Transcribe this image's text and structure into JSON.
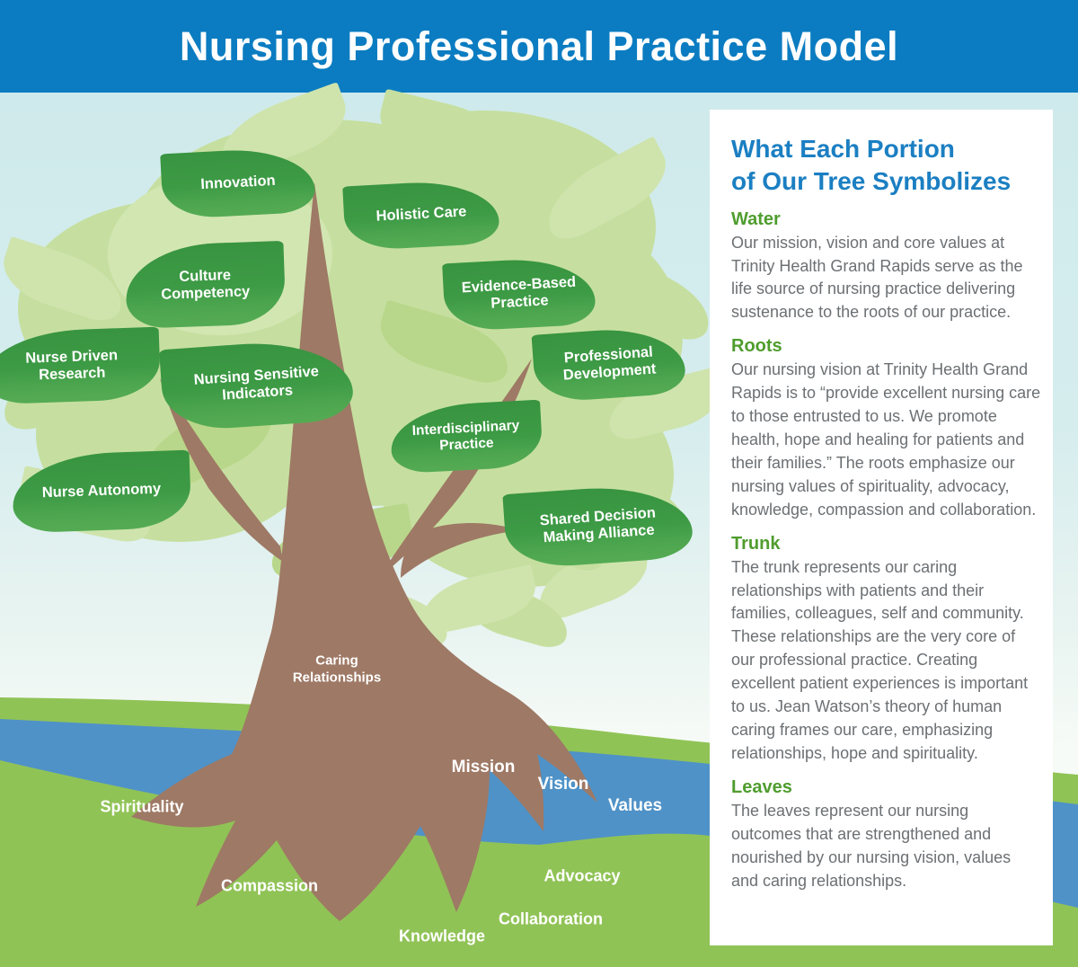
{
  "header": {
    "title": "Nursing Professional Practice Model"
  },
  "tree": {
    "leaf_labels": [
      "Innovation",
      "Holistic Care",
      "Culture Competency",
      "Evidence-Based Practice",
      "Nurse Driven Research",
      "Nursing Sensitive Indicators",
      "Professional Development",
      "Interdisciplinary Practice",
      "Nurse Autonomy",
      "Shared Decision Making Alliance"
    ],
    "trunk_label": "Caring Relationships",
    "water_labels": [
      "Mission",
      "Vision",
      "Values"
    ],
    "root_labels": [
      "Spirituality",
      "Compassion",
      "Knowledge",
      "Collaboration",
      "Advocacy"
    ]
  },
  "sidebar": {
    "title_line1": "What Each Portion",
    "title_line2": "of Our Tree Symbolizes",
    "sections": [
      {
        "heading": "Water",
        "body": "Our mission, vision and core values at Trinity Health Grand Rapids serve as the life source of nursing practice delivering sustenance to the roots of our practice."
      },
      {
        "heading": "Roots",
        "body": "Our nursing vision at Trinity Health Grand Rapids is to “provide excellent nursing care to those entrusted to us. We promote health, hope and healing for patients and their families.” The roots emphasize our nursing values of spirituality, advocacy, knowledge, compassion and collaboration."
      },
      {
        "heading": "Trunk",
        "body": "The trunk represents our caring relationships with patients and their families, colleagues, self and community. These relationships are the very core of our professional practice. Creating excellent patient experiences is important to us. Jean Watson’s theory of human caring frames our care, emphasizing relationships, hope and spirituality."
      },
      {
        "heading": "Leaves",
        "body": "The leaves represent our nursing outcomes that are strengthened and nourished by our nursing vision, values and caring relationships."
      }
    ]
  },
  "colors": {
    "header_blue": "#0b7cc1",
    "title_blue": "#1b7fc2",
    "heading_green": "#4f9d2e",
    "body_gray": "#6c7073",
    "leaf_dark_green": "#3a9542",
    "canopy_green": "#c6dfa0",
    "trunk_brown": "#9e7965",
    "water_blue": "#4f92c8",
    "grass_green": "#90c356",
    "sky_blue": "#cfeaec"
  }
}
